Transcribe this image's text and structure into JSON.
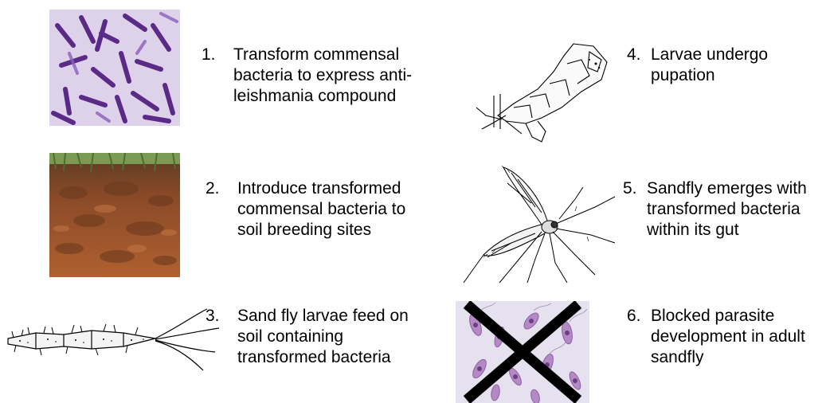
{
  "steps": [
    {
      "number": "1.",
      "text": "Transform commensal\nbacteria to express anti-\nleishmania compound"
    },
    {
      "number": "2.",
      "text": "Introduce transformed\ncommensal bacteria to\nsoil breeding sites"
    },
    {
      "number": "3.",
      "text": "Sand fly larvae feed on\nsoil containing\ntransformed bacteria"
    },
    {
      "number": "4.",
      "text": "Larvae undergo\npupation"
    },
    {
      "number": "5.",
      "text": "Sandfly emerges with\ntransformed bacteria\nwithin its gut"
    },
    {
      "number": "6.",
      "text": "Blocked parasite\ndevelopment in adult\nsandfly"
    }
  ],
  "images": {
    "bacteria": "gram-stained-rod-bacteria",
    "soil": "soil-profile-with-grass",
    "larva": "sand-fly-larva-drawing",
    "pupa": "sand-fly-pupa-drawing",
    "sandfly": "adult-sandfly-drawing",
    "parasite": "leishmania-parasites-crossed-out"
  },
  "colors": {
    "bacteria_stain": "#5a2a86",
    "soil_brown": "#a0522d",
    "grass_green": "#6f8f4a",
    "parasite_stain": "#b58ac4",
    "cross": "#000000"
  }
}
